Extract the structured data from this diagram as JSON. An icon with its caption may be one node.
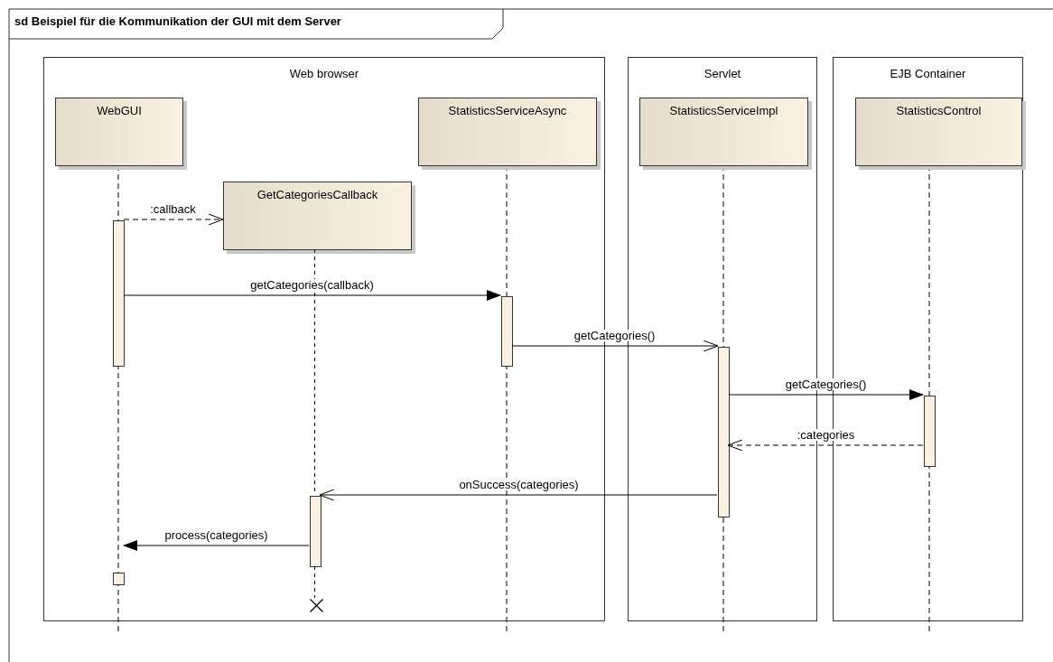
{
  "diagram": {
    "title": "sd Beispiel für die Kommunikation der GUI mit dem Server",
    "nodes": [
      {
        "text": [
          "Web browser"
        ]
      },
      {
        "text": [
          "Servlet"
        ]
      },
      {
        "text": [
          "EJB Container"
        ]
      },
      {
        "text": [
          "WebGUI"
        ],
        "in": 0
      },
      {
        "text": [
          "StatisticsServiceAsync"
        ],
        "in": 0
      },
      {
        "text": [
          "GetCategoriesCallback"
        ],
        "in": 0
      },
      {
        "text": [
          "StatisticsServiceImpl"
        ],
        "in": 1
      },
      {
        "text": [
          "StatisticsControl"
        ],
        "in": 2
      },
      {
        "text": [],
        "shape": "bar",
        "in": 0
      },
      {
        "text": [],
        "shape": "bar",
        "in": 0
      },
      {
        "text": [],
        "shape": "bar",
        "in": 1
      },
      {
        "text": [],
        "shape": "bar",
        "in": 2
      },
      {
        "text": [],
        "shape": "bar",
        "in": 0
      },
      {
        "text": [],
        "shape": "bar",
        "in": 0
      },
      {
        "text": [],
        "shape": "cross",
        "in": 0
      }
    ],
    "edges": [
      {
        "from": 8,
        "to": 5,
        "arrow": "to",
        "label": ":callback",
        "style": "dashed"
      },
      {
        "from": 8,
        "to": 9,
        "arrow": "to",
        "label": "getCategories(callback)"
      },
      {
        "from": 9,
        "to": 10,
        "arrow": "to",
        "label": "getCategories()"
      },
      {
        "from": 10,
        "to": 11,
        "arrow": "to",
        "label": "getCategories()"
      },
      {
        "from": 11,
        "to": 10,
        "arrow": "to",
        "label": ":categories",
        "style": "dashed"
      },
      {
        "from": 10,
        "to": 12,
        "arrow": "to",
        "label": "onSuccess(categories)"
      },
      {
        "from": 12,
        "to": 13,
        "arrow": "to",
        "label": "process(categories)"
      },
      {
        "from": 12,
        "to": 14,
        "arrow": "none",
        "style": "dashed"
      },
      {
        "from": 5,
        "to": 12,
        "arrow": "none",
        "style": "dashed"
      }
    ]
  }
}
